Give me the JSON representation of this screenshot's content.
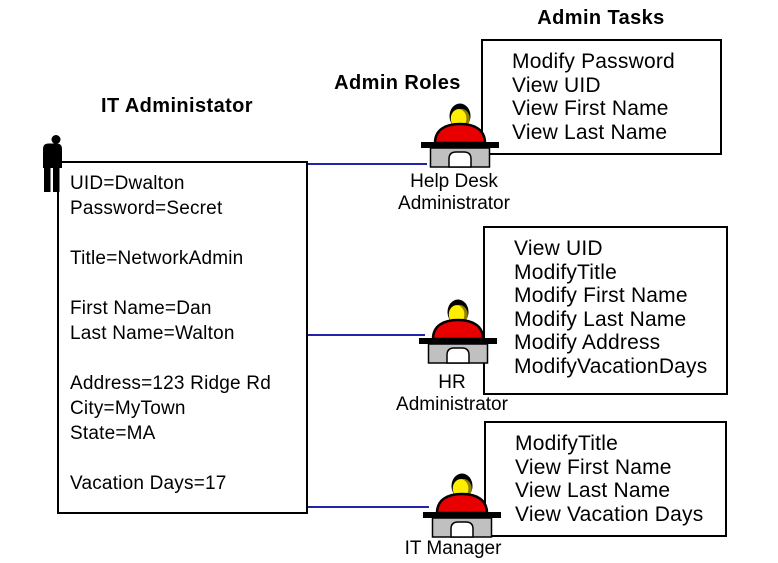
{
  "headings": {
    "it_administrator": "IT Administator",
    "admin_roles": "Admin Roles",
    "admin_tasks": "Admin Tasks"
  },
  "user_box": {
    "lines": [
      "UID=Dwalton",
      "Password=Secret",
      "",
      "Title=NetworkAdmin",
      "",
      "First Name=Dan",
      "Last Name=Walton",
      "",
      "Address=123 Ridge Rd",
      "City=MyTown",
      "State=MA",
      "",
      "Vacation Days=17"
    ]
  },
  "roles": [
    {
      "name_lines": [
        "Help Desk",
        "Administrator"
      ],
      "tasks": [
        "Modify Password",
        "View UID",
        "View First Name",
        "View Last Name"
      ]
    },
    {
      "name_lines": [
        "HR",
        "Administrator"
      ],
      "tasks": [
        "View UID",
        "ModifyTitle",
        "Modify First Name",
        "Modify Last Name",
        "Modify Address",
        "ModifyVacationDays"
      ]
    },
    {
      "name_lines": [
        "IT Manager"
      ],
      "tasks": [
        "ModifyTitle",
        "View First Name",
        "View Last Name",
        "View Vacation Days"
      ]
    }
  ],
  "icons": {
    "user": "standing-person-icon",
    "role": "person-at-desk-icon"
  },
  "colors": {
    "connector_line": "#2222AA",
    "box_border": "#000000",
    "desk_gray": "#C0C0C0",
    "shirt_red": "#E80000",
    "face_yellow": "#FFEE00",
    "text": "#000000",
    "background": "#FFFFFF"
  }
}
